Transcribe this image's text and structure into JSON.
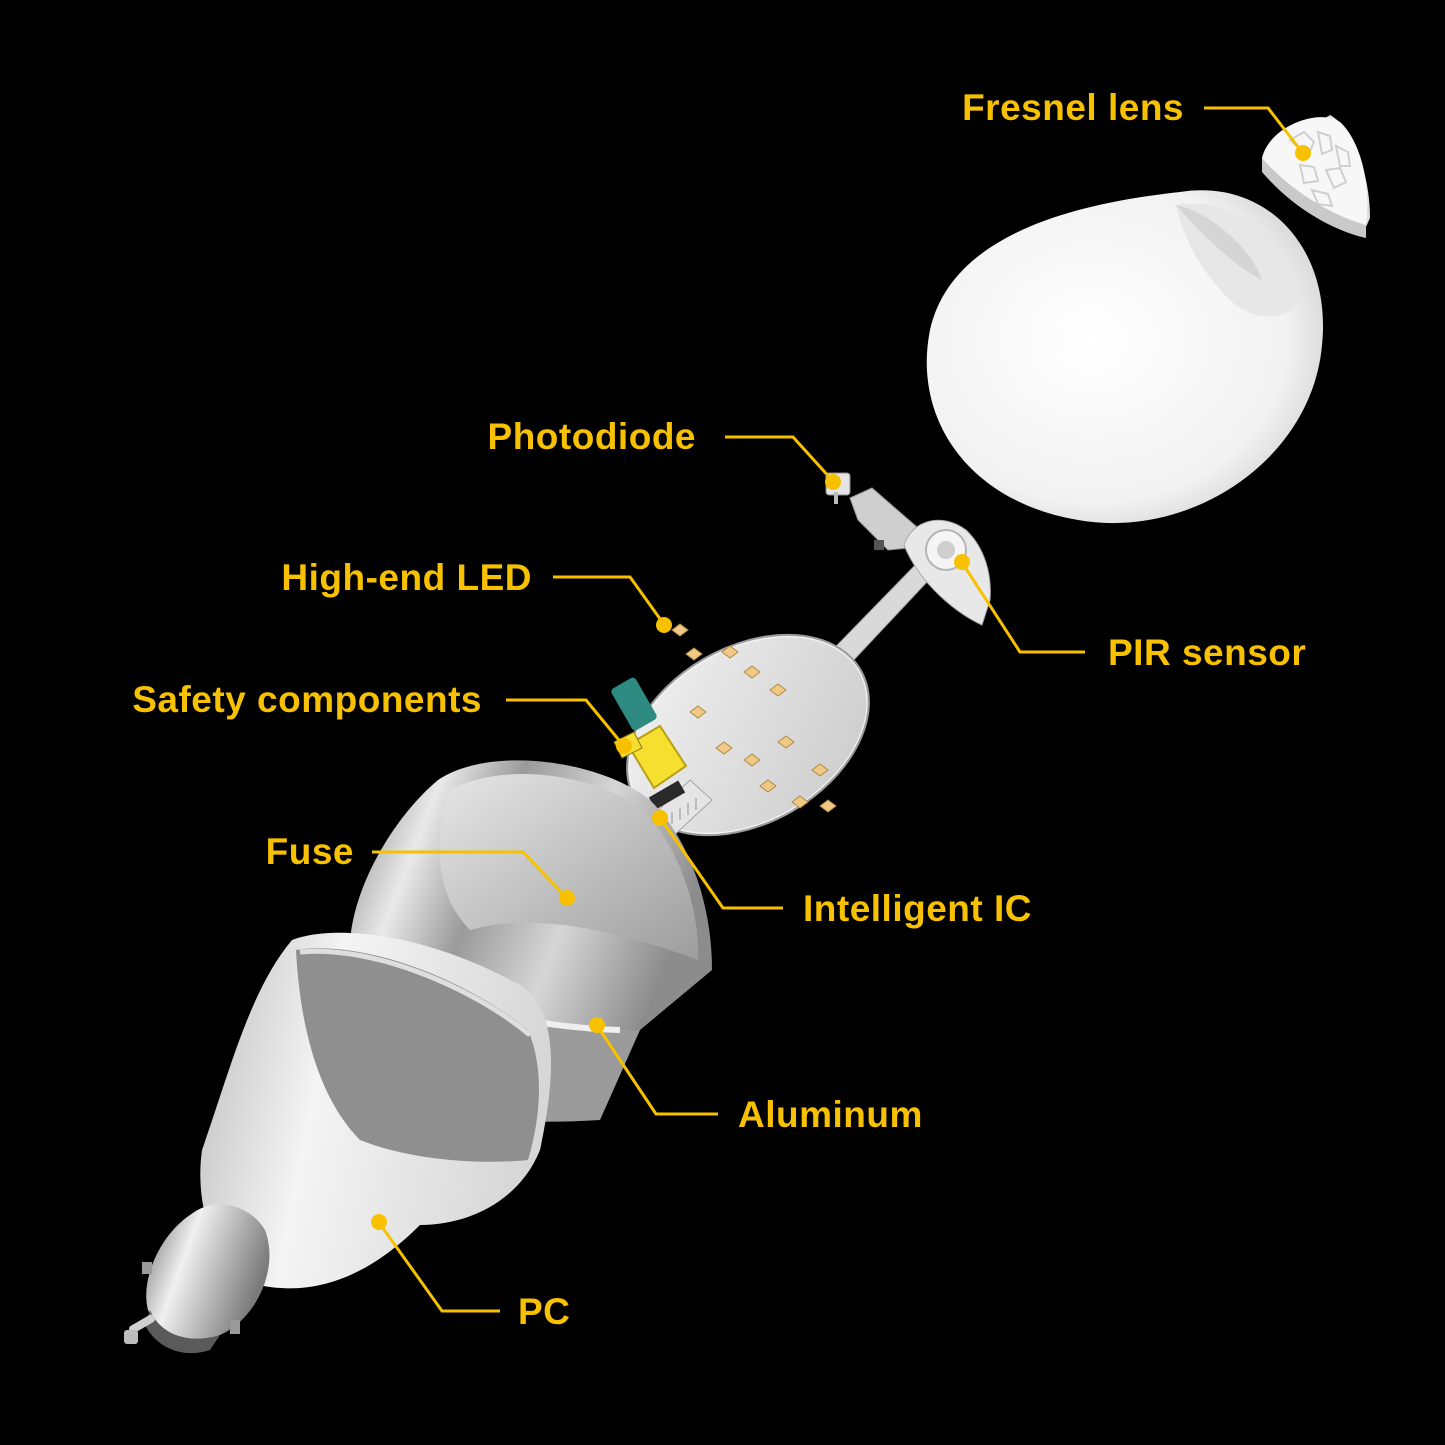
{
  "diagram": {
    "accent_color": "#f8c100",
    "background_color": "#000000",
    "labels": {
      "fresnel_lens": "Fresnel lens",
      "photodiode": "Photodiode",
      "high_end_led": "High-end LED",
      "pir_sensor": "PIR sensor",
      "safety_components": "Safety components",
      "fuse": "Fuse",
      "intelligent_ic": "Intelligent IC",
      "aluminum": "Aluminum",
      "pc": "PC"
    }
  }
}
